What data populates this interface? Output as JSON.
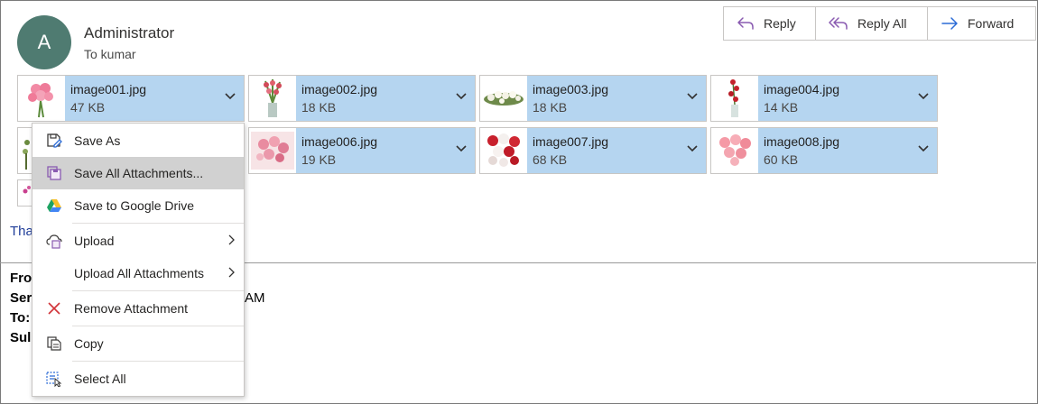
{
  "email": {
    "avatar_initial": "A",
    "sender": "Administrator",
    "to_line": "To kumar",
    "body_partial": "Tha",
    "sent_time_partial": "AM"
  },
  "actions": {
    "reply": "Reply",
    "reply_all": "Reply All",
    "forward": "Forward"
  },
  "attachments": [
    {
      "name": "image001.jpg",
      "size": "47 KB",
      "icon": "pink-roses-thumbnail"
    },
    {
      "name": "image002.jpg",
      "size": "18 KB",
      "icon": "gladiolus-vase-thumbnail"
    },
    {
      "name": "image003.jpg",
      "size": "18 KB",
      "icon": "white-arrangement-thumbnail"
    },
    {
      "name": "image004.jpg",
      "size": "14 KB",
      "icon": "red-rose-vase-thumbnail"
    },
    {
      "name": "image006.jpg",
      "size": "19 KB",
      "icon": "pink-bouquet-thumbnail"
    },
    {
      "name": "image007.jpg",
      "size": "68 KB",
      "icon": "red-white-bouquet-thumbnail"
    },
    {
      "name": "image008.jpg",
      "size": "60 KB",
      "icon": "pink-roses-bunch-thumbnail"
    }
  ],
  "header_labels": [
    "Fro",
    "Ser",
    "To:",
    "Sul"
  ],
  "context_menu": {
    "save_as": "Save As",
    "save_all": "Save All Attachments...",
    "save_drive": "Save to Google Drive",
    "upload": "Upload",
    "upload_all": "Upload All Attachments",
    "remove": "Remove Attachment",
    "copy": "Copy",
    "select_all": "Select All"
  },
  "colors": {
    "avatar": "#4f7b71",
    "attachment_selected": "#b5d5f0",
    "menu_highlight": "#d1d1d1",
    "reply_icon": "#8a5bb1",
    "forward_icon": "#2b6bd6"
  }
}
